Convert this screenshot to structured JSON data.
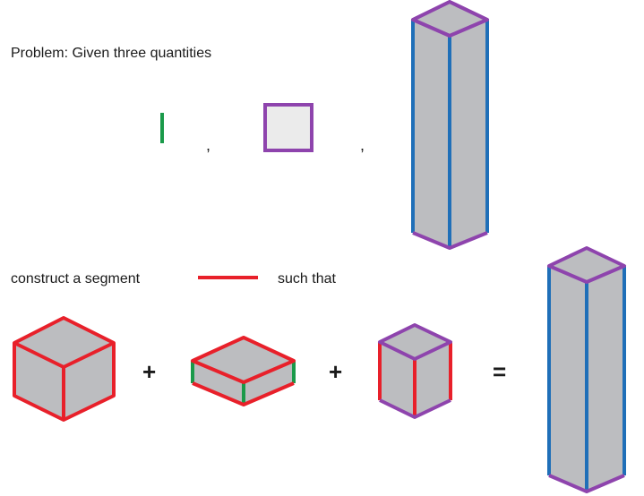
{
  "problem_text": "Problem:  Given three quantities",
  "construct_text": "construct a segment",
  "such_that_text": "such that",
  "separator": ",",
  "plus": "+",
  "equals": "=",
  "colors": {
    "green": "#1a9a4a",
    "purple": "#8e44ad",
    "red": "#e8202a",
    "blue": "#1f6fb8",
    "face_gray": "#bcbdc0",
    "square_fill": "#ebebeb"
  }
}
